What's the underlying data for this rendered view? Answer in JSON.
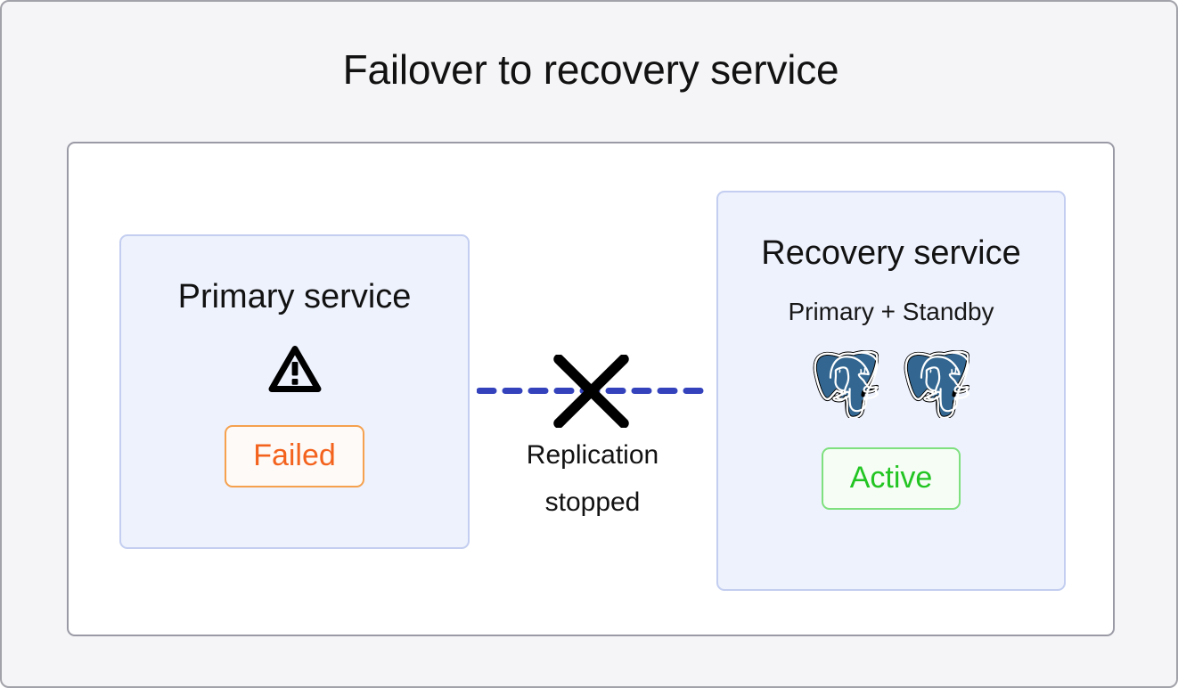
{
  "diagram": {
    "title": "Failover to recovery service",
    "background_color": "#f5f5f7",
    "panel_background": "#ffffff",
    "panel_border_color": "#9a9aa6"
  },
  "primary_service": {
    "title": "Primary service",
    "icon": "warning-triangle-icon",
    "status_label": "Failed",
    "status_color": "#f4631e",
    "status_border_color": "#f5a14e",
    "status_background": "#fdfaf7",
    "card_background": "#eef2fd",
    "card_border_color": "#c3cef0"
  },
  "recovery_service": {
    "title": "Recovery service",
    "subtitle": "Primary + Standby",
    "node_icons": [
      "postgresql-elephant-icon",
      "postgresql-elephant-icon"
    ],
    "node_count": 2,
    "status_label": "Active",
    "status_color": "#22c522",
    "status_border_color": "#7ee07e",
    "status_background": "#f5fdf5",
    "card_background": "#eef2fd",
    "card_border_color": "#c3cef0"
  },
  "replication_link": {
    "label": "Replication\nstopped",
    "line_style": "dashed",
    "line_color": "#3442bc",
    "broken_marker": "x-cross-icon",
    "broken_marker_color": "#000000"
  }
}
